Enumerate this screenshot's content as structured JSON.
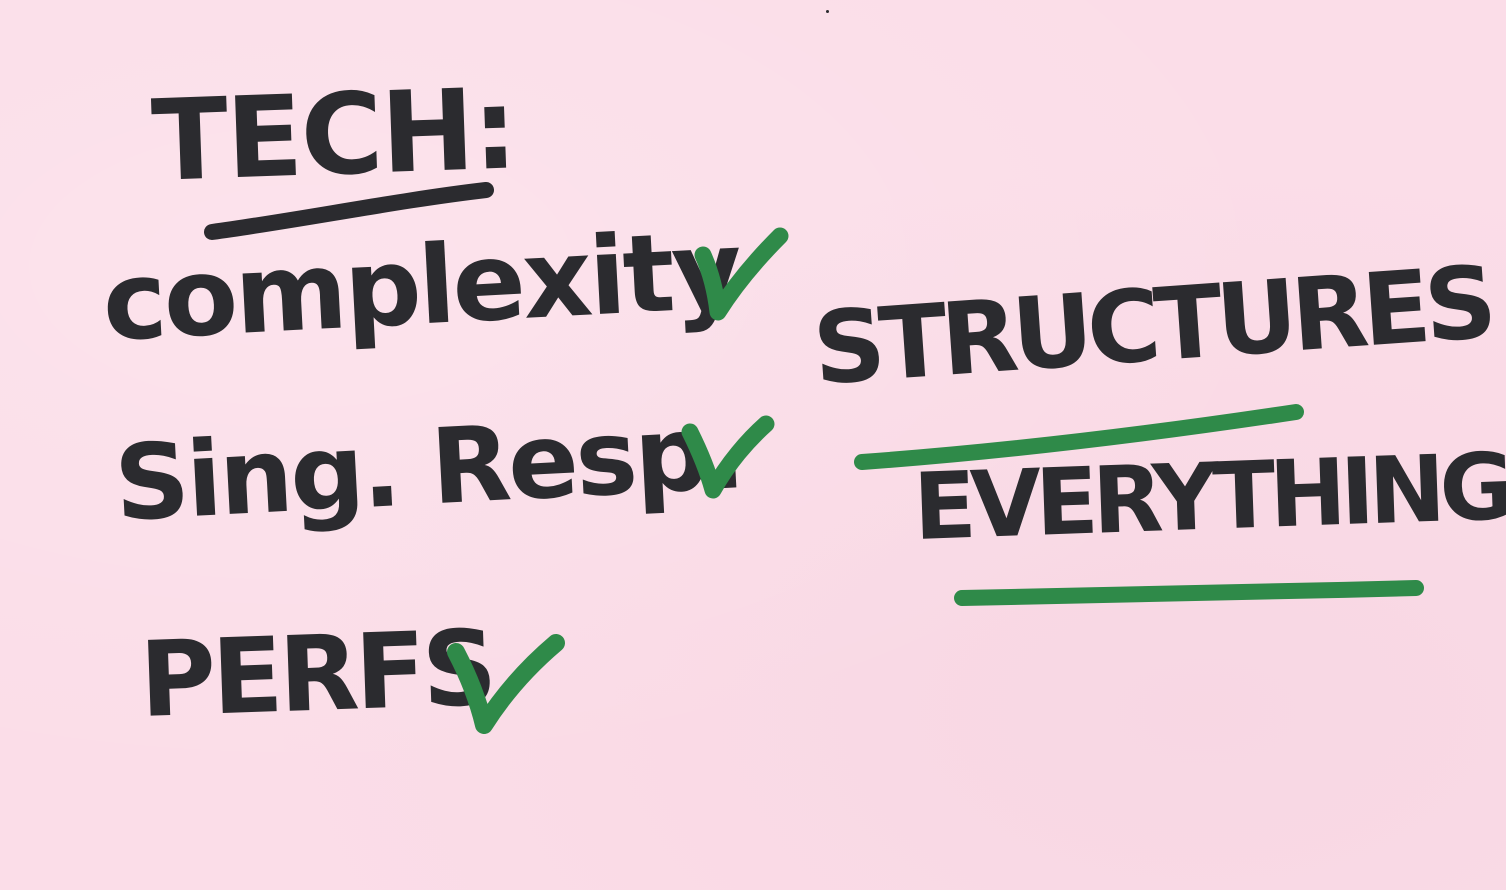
{
  "note": {
    "title": "TECH:",
    "items": [
      {
        "label": "complexity"
      },
      {
        "label": "Sing. Resp."
      },
      {
        "label": "PERFS"
      }
    ],
    "right_lines": [
      "STRUCTURES",
      "EVERYTHING"
    ]
  },
  "colors": {
    "paper": "#fbdde8",
    "ink": "#2b2b2f",
    "green": "#2f8a49"
  }
}
